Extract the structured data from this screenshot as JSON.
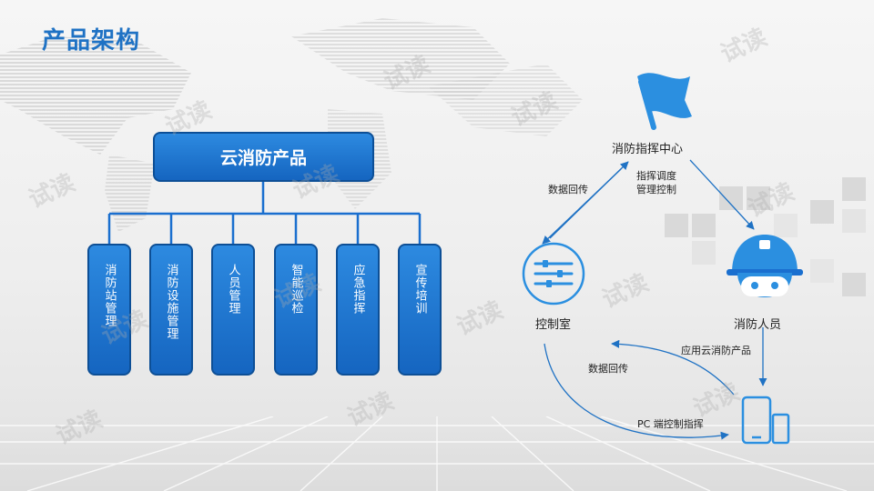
{
  "title": "产品架构",
  "watermark": "试读",
  "hierarchy": {
    "root": "云消防产品",
    "children": [
      "消防站管理",
      "消防设施管理",
      "人员管理",
      "智能巡检",
      "应急指挥",
      "宣传培训"
    ]
  },
  "flow": {
    "nodes": {
      "center": "消防指挥中心",
      "control": "控制室",
      "personnel": "消防人员"
    },
    "edges": {
      "control_to_center": "数据回传",
      "center_to_personnel": "指挥调度管理控制",
      "personnel_to_device": "应用云消防产品",
      "device_to_control": "数据回传",
      "control_to_device": "PC 端控制指挥"
    }
  },
  "colors": {
    "accent": "#1f72c4",
    "box": "#1a6fcf",
    "icon": "#2b8fe0"
  }
}
